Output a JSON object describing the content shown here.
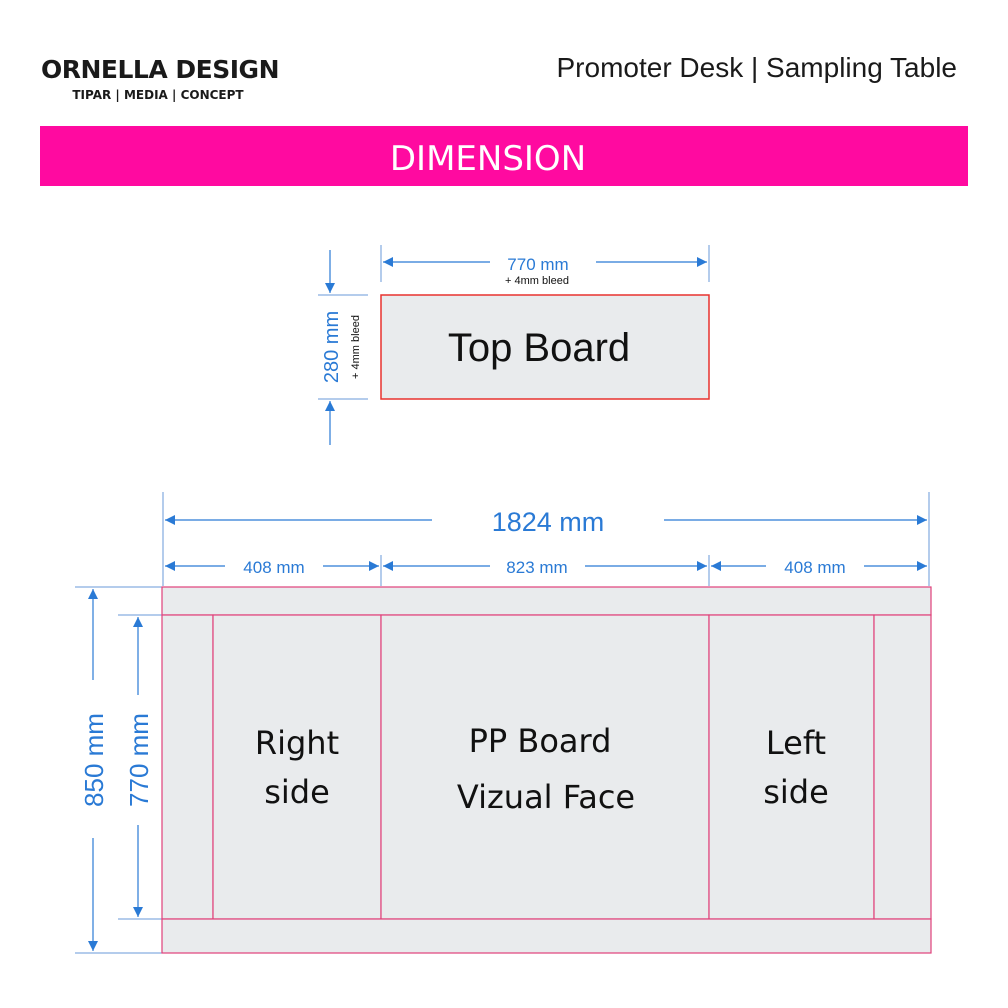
{
  "header": {
    "logo": "ORNELLA DESIGN",
    "tagline": "TIPAR | MEDIA | CONCEPT",
    "title": "Promoter Desk | Sampling Table"
  },
  "banner": {
    "label": "DIMENSION",
    "color": "#ff0aa0"
  },
  "top_board": {
    "label": "Top Board",
    "width": "770 mm",
    "width_note": "+ 4mm bleed",
    "height": "280 mm",
    "height_note": "+ 4mm bleed"
  },
  "desk": {
    "total_width": "1824 mm",
    "right_width": "408 mm",
    "center_width": "823 mm",
    "left_width": "408 mm",
    "total_height": "850 mm",
    "panel_height": "770 mm",
    "right_label": [
      "Right",
      "side"
    ],
    "center_label": [
      "PP Board",
      "Vizual Face"
    ],
    "left_label": [
      "Left",
      "side"
    ]
  },
  "colors": {
    "dimension": "#2a7ad5",
    "panel_outline": "#e0407a",
    "top_outline": "#e8322e",
    "panel_fill": "#e9ebed"
  }
}
